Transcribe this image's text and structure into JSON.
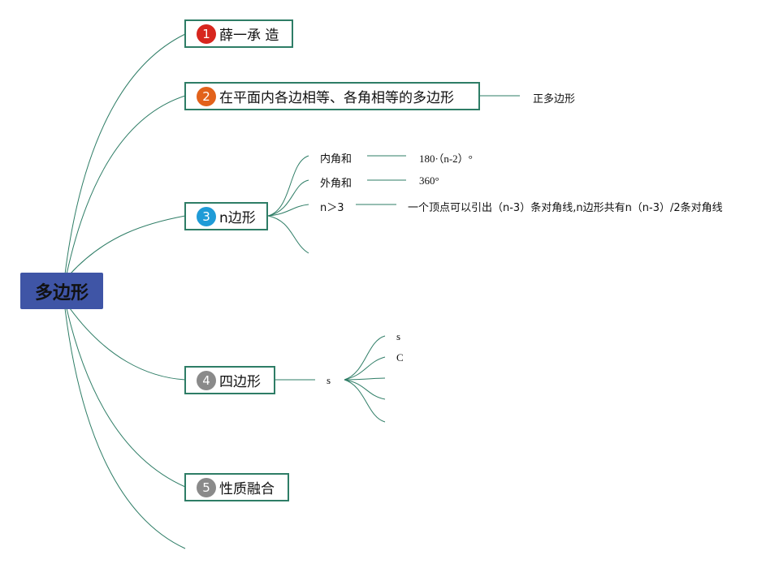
{
  "central": {
    "label": "多边形"
  },
  "colors": {
    "central_fill": "#3f55a6",
    "line": "#2e7d66",
    "badge1": "#d7261e",
    "badge2": "#e2621b",
    "badge3": "#1f9bd7",
    "badge4": "#8a8a8a",
    "badge5": "#8a8a8a"
  },
  "branches": [
    {
      "number": "1",
      "label": "薛一承 造"
    },
    {
      "number": "2",
      "label": "在平面内各边相等、各角相等的多边形",
      "child": "正多边形"
    },
    {
      "number": "3",
      "label": "n边形",
      "children": [
        {
          "label": "内角和",
          "value": "180·（n-2）°"
        },
        {
          "label": "外角和",
          "value": "360°"
        },
        {
          "label": "n＞3",
          "value": "一个顶点可以引出（n-3）条对角线,n边形共有n（n-3）/2条对角线"
        }
      ]
    },
    {
      "number": "4",
      "label": "四边形",
      "child": "s",
      "sub": [
        "s",
        "C"
      ]
    },
    {
      "number": "5",
      "label": "性质融合"
    }
  ]
}
